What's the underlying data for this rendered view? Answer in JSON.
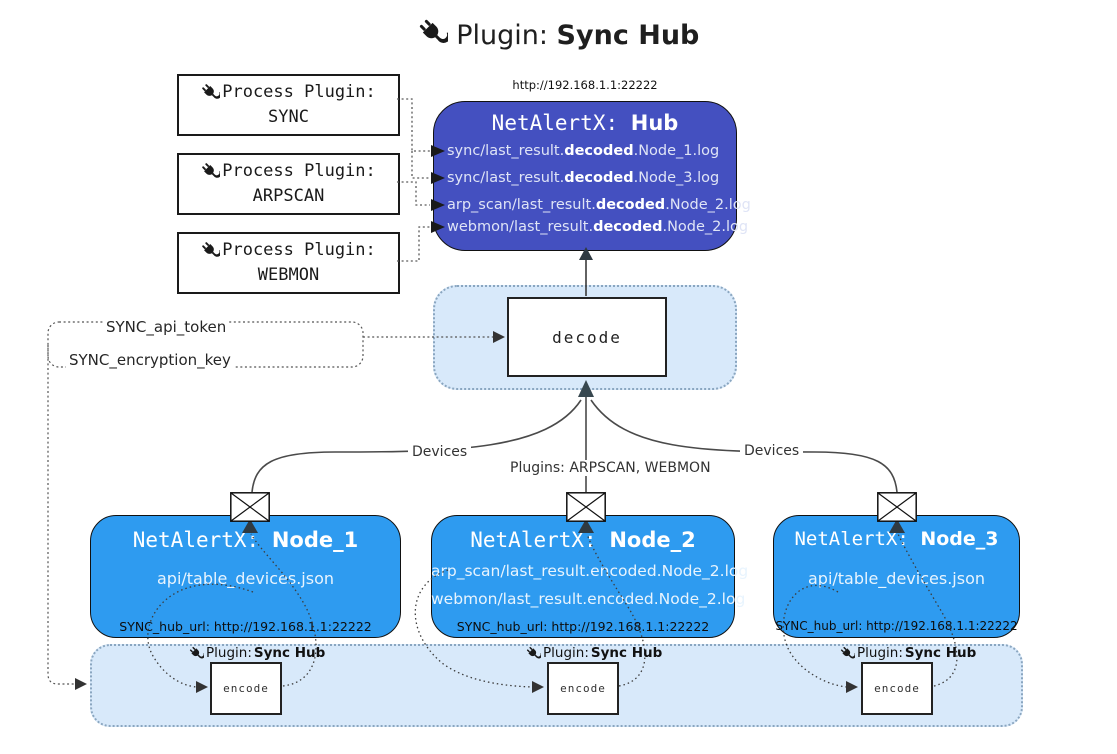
{
  "title": {
    "prefix": "Plugin:",
    "name": "Sync Hub"
  },
  "process_plugins": [
    {
      "label": "Process Plugin:",
      "name": "SYNC"
    },
    {
      "label": "Process Plugin:",
      "name": "ARPSCAN"
    },
    {
      "label": "Process Plugin:",
      "name": "WEBMON"
    }
  ],
  "hub": {
    "url": "http://192.168.1.1:22222",
    "name_prefix": "NetAlertX:",
    "name": "Hub",
    "lines": [
      {
        "pre": "sync/last_result.",
        "mid": "decoded",
        "post": ".Node_1.log"
      },
      {
        "pre": "sync/last_result.",
        "mid": "decoded",
        "post": ".Node_3.log"
      },
      {
        "pre": "arp_scan/last_result.",
        "mid": "decoded",
        "post": ".Node_2.log"
      },
      {
        "pre": "webmon/last_result.",
        "mid": "decoded",
        "post": ".Node_2.log"
      }
    ]
  },
  "decode_label": "decode",
  "tokens": {
    "api_token": "SYNC_api_token",
    "encryption_key": "SYNC_encryption_key"
  },
  "edge_labels": {
    "devices_left": "Devices",
    "plugins_mid": "Plugins: ARPSCAN, WEBMON",
    "devices_right": "Devices"
  },
  "nodes": [
    {
      "name_prefix": "NetAlertX:",
      "name": "Node_1",
      "lines": [
        "api/table_devices.json"
      ],
      "footer": "SYNC_hub_url: http://192.168.1.1:22222"
    },
    {
      "name_prefix": "NetAlertX:",
      "name": "Node_2",
      "lines": [
        "arp_scan/last_result.encoded.Node_2.log",
        "webmon/last_result.encoded.Node_2.log"
      ],
      "footer": "SYNC_hub_url: http://192.168.1.1:22222"
    },
    {
      "name_prefix": "NetAlertX:",
      "name": "Node_3",
      "lines": [
        "api/table_devices.json"
      ],
      "footer": "SYNC_hub_url: http://192.168.1.1:22222"
    }
  ],
  "encode_sections": [
    {
      "label_prefix": "Plugin:",
      "label_name": "Sync Hub",
      "box": "encode"
    },
    {
      "label_prefix": "Plugin:",
      "label_name": "Sync Hub",
      "box": "encode"
    },
    {
      "label_prefix": "Plugin:",
      "label_name": "Sync Hub",
      "box": "encode"
    }
  ],
  "colors": {
    "hub_fill": "#4450c0",
    "node_fill": "#2e9bf0",
    "panel_fill": "#d8e9fa",
    "panel_border": "#8aa6c0",
    "connector": "#4a4a4a"
  }
}
